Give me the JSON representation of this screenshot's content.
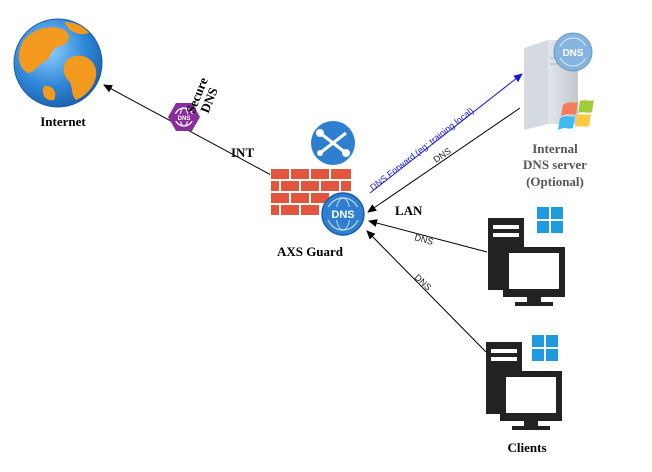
{
  "nodes": {
    "internet": {
      "label": "Internet"
    },
    "secure_dns": {
      "label_line1": "Secure",
      "label_line2": "DNS",
      "badge": "DNS"
    },
    "axs_guard": {
      "label": "AXS Guard",
      "badge": "DNS"
    },
    "internal_dns": {
      "line1": "Internal",
      "line2": "DNS server",
      "line3": "(Optional)",
      "badge": "DNS"
    },
    "clients": {
      "label": "Clients"
    }
  },
  "edges": {
    "int_label": "INT",
    "lan_label": "LAN",
    "dns_forward": "DNS Forward (eg: training.local)",
    "dns_internal": "DNS",
    "dns_client1": "DNS",
    "dns_client2": "DNS"
  },
  "colors": {
    "firewall_brick": "#e0553b",
    "firewall_mortar": "#ffffff",
    "dns_badge_blue": "#2f7fd1",
    "secure_hex_purple": "#8a2e9e",
    "globe_orange": "#f39a1e",
    "globe_blue": "#2e86d6",
    "forward_line": "#1a1ad6"
  }
}
